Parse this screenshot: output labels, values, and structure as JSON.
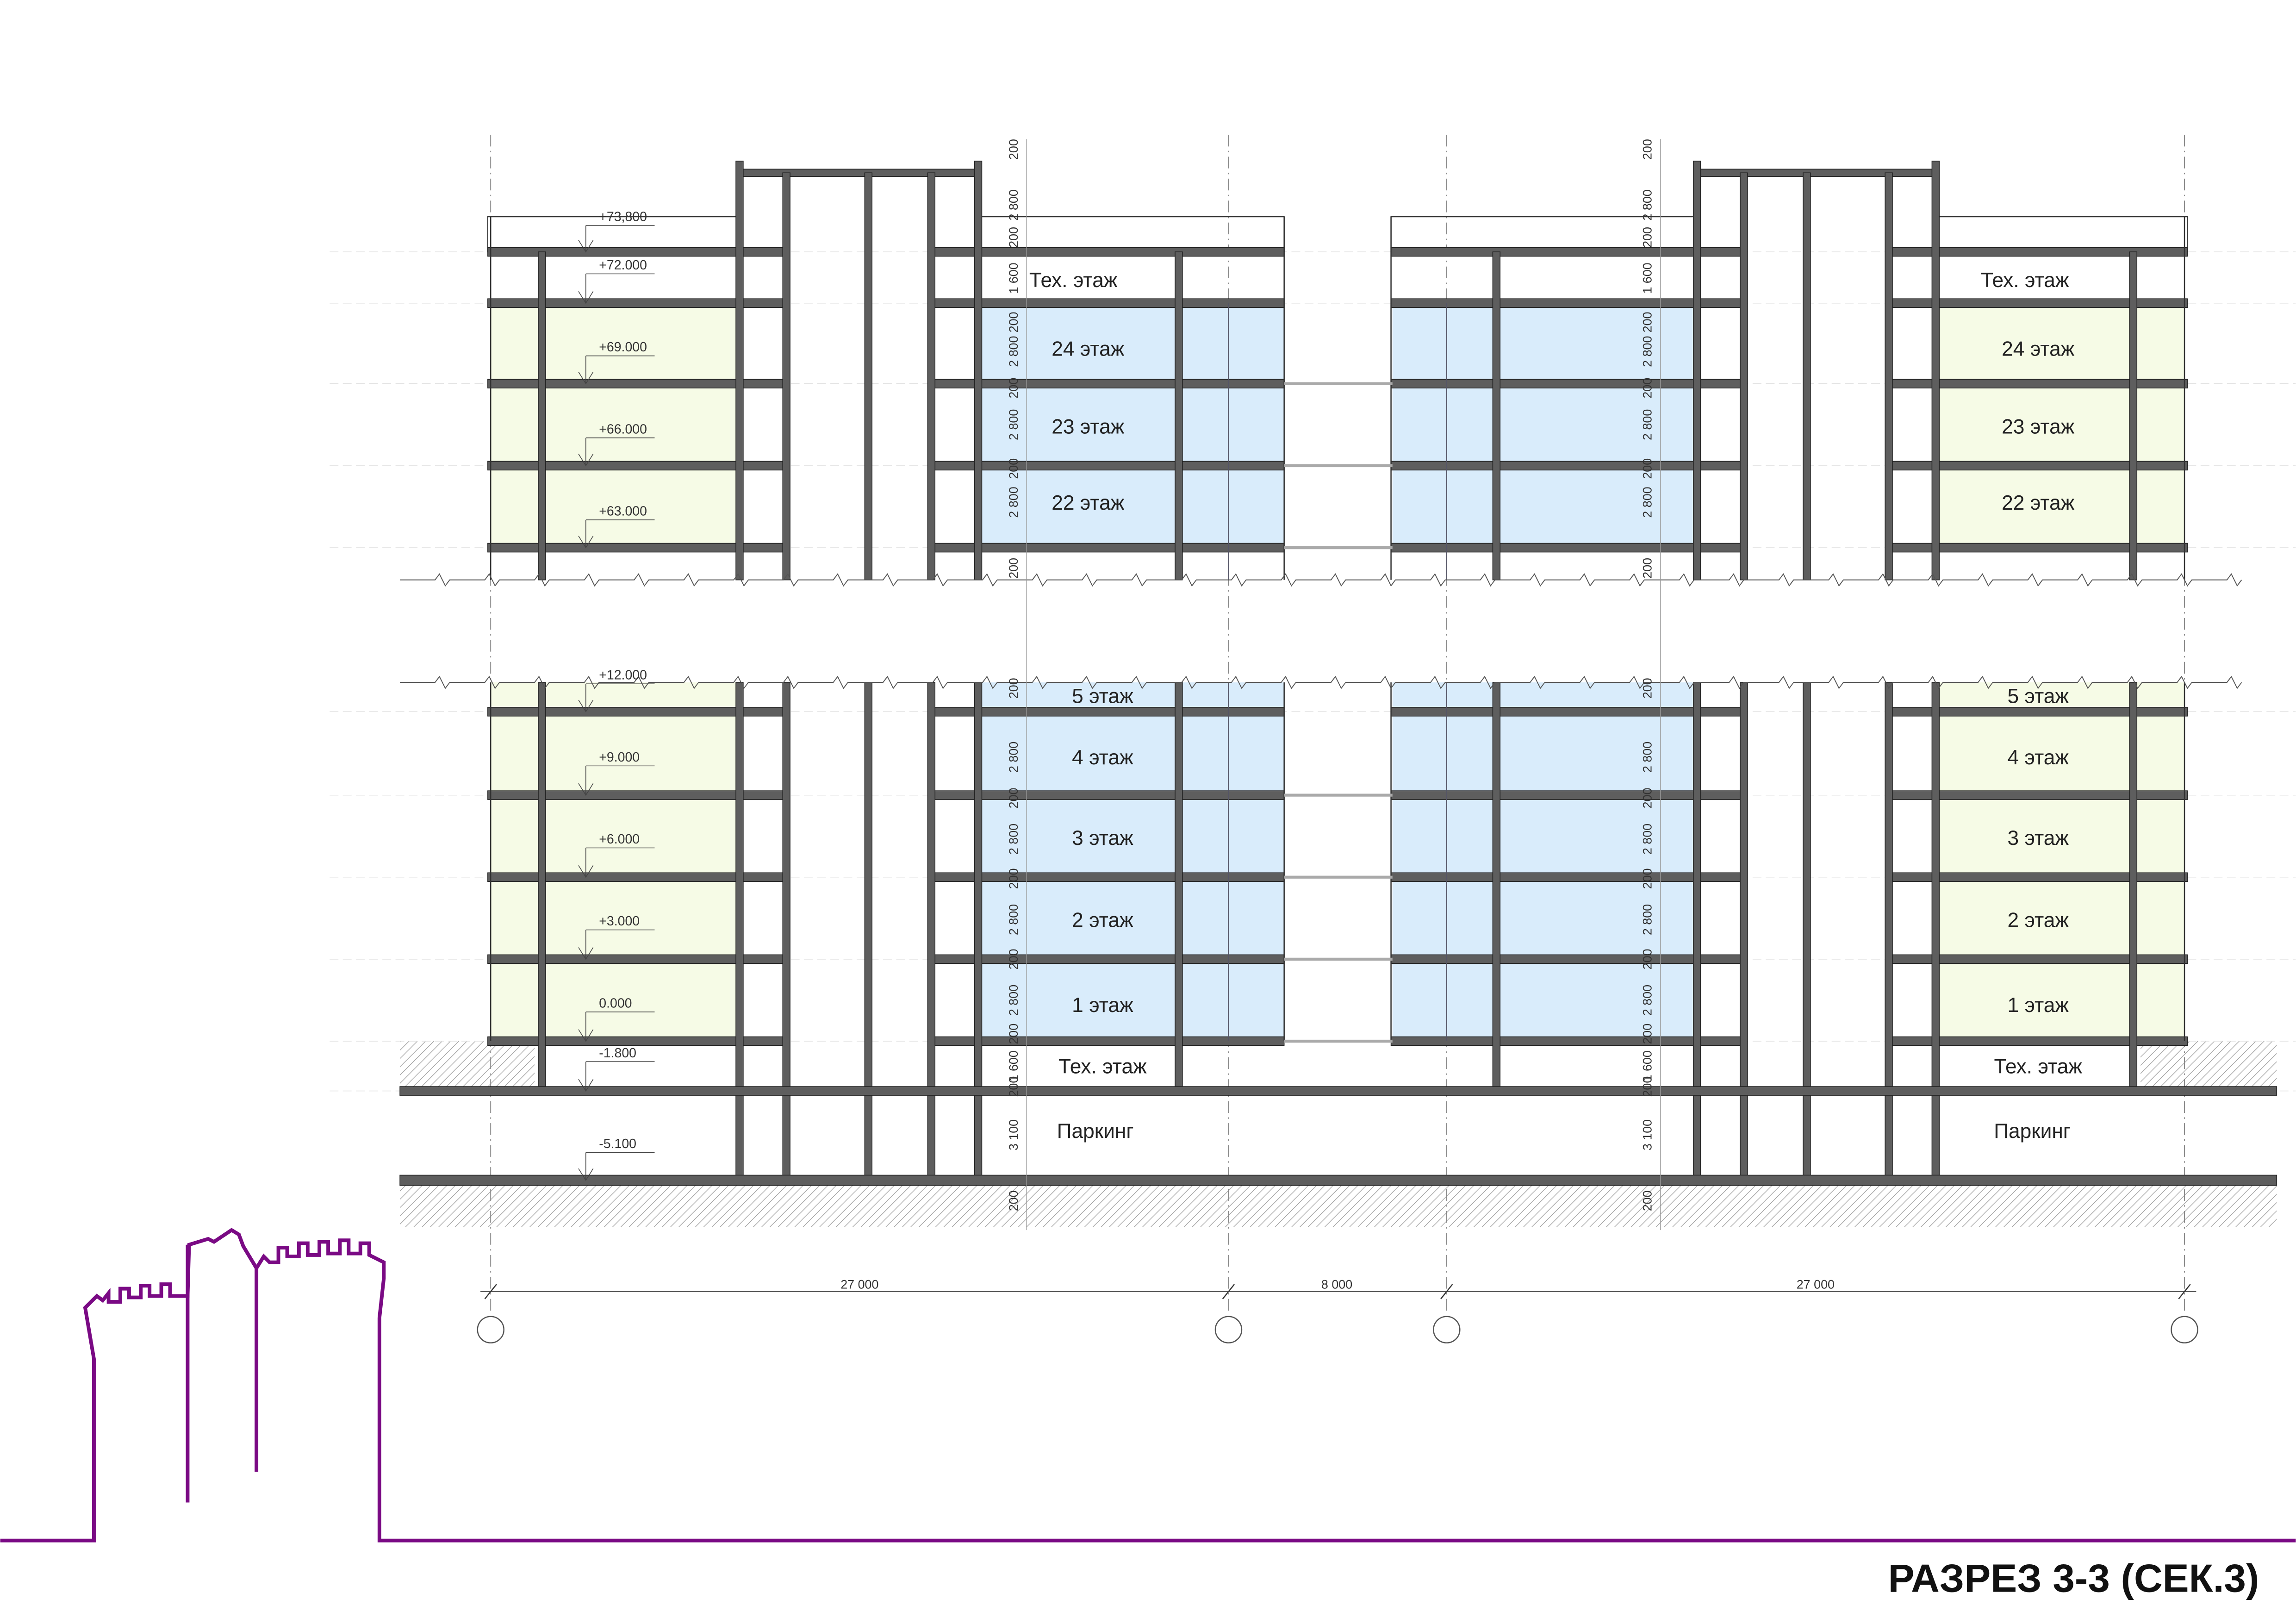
{
  "title": "РАЗРЕЗ 3-3 (СЕК.3)",
  "colors": {
    "slab": "#5e5e5e",
    "apartment_fill": "#d9ecfb",
    "office_fill": "#f6fbe6",
    "skyline": "#7a0a84",
    "hatch": "#9a9a9a"
  },
  "floors_upper": [
    {
      "label": "24 этаж",
      "elevation": "+69.000"
    },
    {
      "label": "23 этаж",
      "elevation": "+66.000"
    },
    {
      "label": "22 этаж",
      "elevation": "+63.000"
    }
  ],
  "floors_lower": [
    {
      "label": "5 этаж",
      "elevation": "+12.000"
    },
    {
      "label": "4 этаж",
      "elevation": "+9.000"
    },
    {
      "label": "3 этаж",
      "elevation": "+6.000"
    },
    {
      "label": "2 этаж",
      "elevation": "+3.000"
    },
    {
      "label": "1 этаж",
      "elevation": "0.000"
    }
  ],
  "tech_floor_label": "Тех. этаж",
  "parking_label": "Паркинг",
  "elevations_top": {
    "parapet": "+73,800",
    "roof": "+72.000"
  },
  "elevations_bottom": {
    "tech": "-1.800",
    "parking": "-5.100"
  },
  "vertical_dims": [
    "200",
    "2 800",
    "200",
    "1 600",
    "200",
    "2 800",
    "200",
    "2 800",
    "200",
    "2 800",
    "200",
    "200",
    "2 800",
    "200",
    "2 800",
    "200",
    "2 800",
    "200",
    "2 800",
    "200",
    "1 600",
    "200",
    "3 100",
    "200"
  ],
  "horizontal_dims": [
    "27 000",
    "8 000",
    "27 000"
  ]
}
